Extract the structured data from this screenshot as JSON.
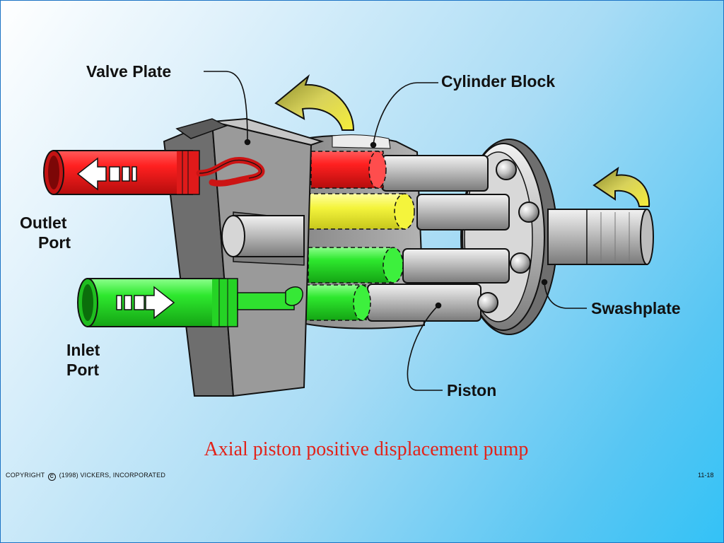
{
  "slide": {
    "caption": "Axial piston positive displacement pump",
    "copyright_before": "COPYRIGHT",
    "copyright_symbol": "C",
    "copyright_after": "(1998) VICKERS, INCORPORATED",
    "page_number": "11-18"
  },
  "diagram": {
    "labels": {
      "valve_plate": "Valve Plate",
      "cylinder_block": "Cylinder Block",
      "outlet_port_line1": "Outlet",
      "outlet_port_line2": "Port",
      "inlet_port_line1": "Inlet",
      "inlet_port_line2": "Port",
      "swashplate": "Swashplate",
      "piston": "Piston"
    },
    "colors": {
      "outlet_fluid": "#ee1c1c",
      "inlet_fluid": "#2ee82e",
      "pressure_chamber": "#f4f43c",
      "metal": "#c8c8c8",
      "rotation_arrow": "#f2ea3a"
    }
  }
}
